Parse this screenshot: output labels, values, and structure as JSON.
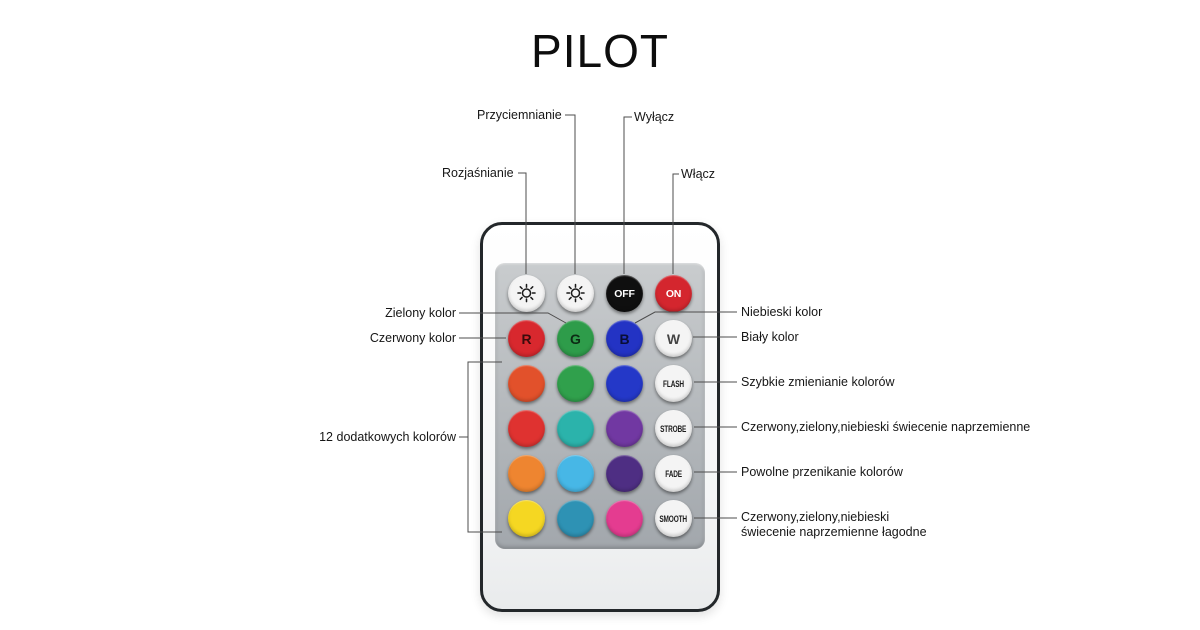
{
  "title": "PILOT",
  "annotations": {
    "dim": "Przyciemnianie",
    "off": "Wyłącz",
    "brighten": "Rozjaśnianie",
    "on": "Włącz",
    "green": "Zielony kolor",
    "red": "Czerwony kolor",
    "blue": "Niebieski kolor",
    "white": "Biały kolor",
    "extra_colors": "12 dodatkowych kolorów",
    "flash": "Szybkie zmienianie kolorów",
    "strobe": "Czerwony,zielony,niebieski świecenie naprzemienne",
    "fade": "Powolne przenikanie kolorów",
    "smooth_line1": "Czerwony,zielony,niebieski",
    "smooth_line2": "świecenie naprzemienne łagodne"
  },
  "remote": {
    "buttons": {
      "brightness_up": {
        "bg": "#f4f4f4",
        "icon": "brightness-up-icon"
      },
      "brightness_down": {
        "bg": "#f4f4f4",
        "icon": "brightness-down-icon"
      },
      "off": {
        "label": "OFF",
        "bg": "#0f0f0f"
      },
      "on": {
        "label": "ON",
        "bg": "#d4262e"
      },
      "r": {
        "label": "R",
        "bg": "#d8282e"
      },
      "g": {
        "label": "G",
        "bg": "#2e9c4a"
      },
      "b": {
        "label": "B",
        "bg": "#2333c4"
      },
      "w": {
        "label": "W",
        "bg": "#f4f4f4"
      },
      "flash": {
        "label": "FLASH",
        "bg": "#f4f4f4"
      },
      "strobe": {
        "label": "STROBE",
        "bg": "#f4f4f4"
      },
      "fade": {
        "label": "FADE",
        "bg": "#f4f4f4"
      },
      "smooth": {
        "label": "SMOOTH",
        "bg": "#f4f4f4"
      }
    },
    "color_grid": [
      "#e2512b",
      "#30a04c",
      "#2438c8",
      "#df3230",
      "#2bb3ab",
      "#7138a2",
      "#ee8530",
      "#47b7e6",
      "#4e2e83",
      "#f5d722",
      "#2e92b4",
      "#e43c90"
    ]
  }
}
